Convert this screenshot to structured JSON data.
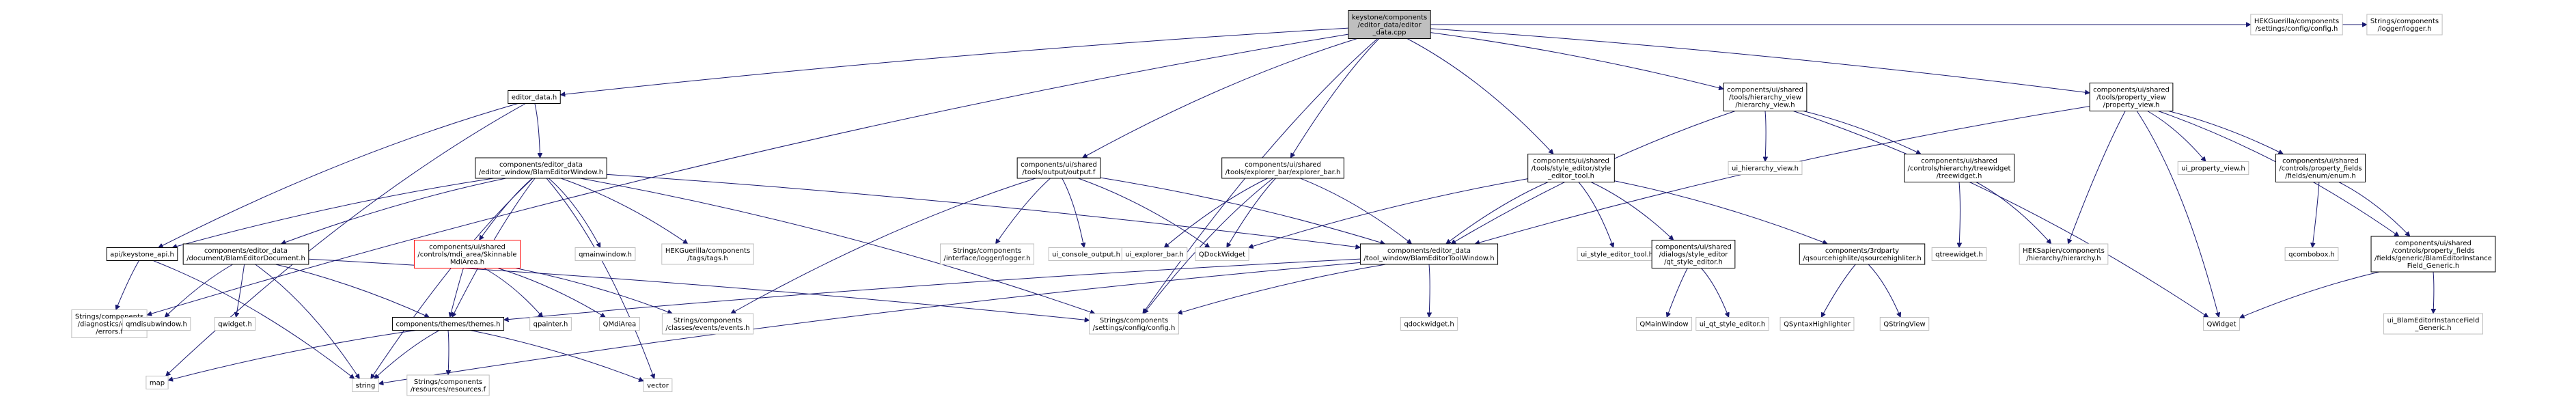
{
  "graph": {
    "nodes": [
      {
        "id": "root",
        "lines": [
          "keystone/components",
          "/editor_data/editor",
          "_data.cpp"
        ],
        "style": "root"
      },
      {
        "id": "editor_data_h",
        "lines": [
          "editor_data.h"
        ],
        "style": "normal"
      },
      {
        "id": "editor_window",
        "lines": [
          "components/editor_data",
          "/editor_window/BlamEditorWindow.h"
        ],
        "style": "normal"
      },
      {
        "id": "keystone_api",
        "lines": [
          "api/keystone_api.h"
        ],
        "style": "normal"
      },
      {
        "id": "diag_errors",
        "lines": [
          "Strings/components",
          "/diagnostics/errors",
          "/errors.f"
        ],
        "style": "leaf"
      },
      {
        "id": "map",
        "lines": [
          "map"
        ],
        "style": "leaf"
      },
      {
        "id": "editor_document",
        "lines": [
          "components/editor_data",
          "/document/BlamEditorDocument.h"
        ],
        "style": "normal"
      },
      {
        "id": "qmdisubwindow",
        "lines": [
          "qmdisubwindow.h"
        ],
        "style": "leaf"
      },
      {
        "id": "qwidget_h",
        "lines": [
          "qwidget.h"
        ],
        "style": "leaf"
      },
      {
        "id": "themes",
        "lines": [
          "components/themes/themes.h"
        ],
        "style": "normal"
      },
      {
        "id": "string",
        "lines": [
          "string"
        ],
        "style": "leaf"
      },
      {
        "id": "resources",
        "lines": [
          "Strings/components",
          "/resources/resources.f"
        ],
        "style": "leaf"
      },
      {
        "id": "vector",
        "lines": [
          "vector"
        ],
        "style": "leaf"
      },
      {
        "id": "mdi_area",
        "lines": [
          "components/ui/shared",
          "/controls/mdi_area/Skinnable",
          "MdiArea.h"
        ],
        "style": "red"
      },
      {
        "id": "qpainter",
        "lines": [
          "qpainter.h"
        ],
        "style": "leaf"
      },
      {
        "id": "qmdiarea",
        "lines": [
          "QMdiArea"
        ],
        "style": "leaf"
      },
      {
        "id": "events",
        "lines": [
          "Strings/components",
          "/classes/events/events.h"
        ],
        "style": "leaf"
      },
      {
        "id": "qmainwindow_h",
        "lines": [
          "qmainwindow.h"
        ],
        "style": "leaf"
      },
      {
        "id": "hekg_tags",
        "lines": [
          "HEKGuerilla/components",
          "/tags/tags.h"
        ],
        "style": "leaf"
      },
      {
        "id": "output",
        "lines": [
          "components/ui/shared",
          "/tools/output/output.f"
        ],
        "style": "normal"
      },
      {
        "id": "logger_if",
        "lines": [
          "Strings/components",
          "/interface/logger/logger.h"
        ],
        "style": "leaf"
      },
      {
        "id": "ui_console",
        "lines": [
          "ui_console_output.h"
        ],
        "style": "leaf"
      },
      {
        "id": "qdockwidget",
        "lines": [
          "QDockWidget"
        ],
        "style": "leaf"
      },
      {
        "id": "explorer_bar",
        "lines": [
          "components/ui/shared",
          "/tools/explorer_bar/explorer_bar.h"
        ],
        "style": "normal"
      },
      {
        "id": "ui_explorer",
        "lines": [
          "ui_explorer_bar.h"
        ],
        "style": "leaf"
      },
      {
        "id": "tool_window",
        "lines": [
          "components/editor_data",
          "/tool_window/BlamEditorToolWindow.h"
        ],
        "style": "normal"
      },
      {
        "id": "config_h",
        "lines": [
          "Strings/components",
          "/settings/config/config.h"
        ],
        "style": "leaf"
      },
      {
        "id": "qdockwidget_h",
        "lines": [
          "qdockwidget.h"
        ],
        "style": "leaf"
      },
      {
        "id": "style_editor_tool",
        "lines": [
          "components/ui/shared",
          "/tools/style_editor/style",
          "_editor_tool.h"
        ],
        "style": "normal"
      },
      {
        "id": "ui_style_tool",
        "lines": [
          "ui_style_editor_tool.h"
        ],
        "style": "leaf"
      },
      {
        "id": "qt_style_editor",
        "lines": [
          "components/ui/shared",
          "/dialogs/style_editor",
          "/qt_style_editor.h"
        ],
        "style": "normal"
      },
      {
        "id": "qmainwindow",
        "lines": [
          "QMainWindow"
        ],
        "style": "leaf"
      },
      {
        "id": "ui_qt_style",
        "lines": [
          "ui_qt_style_editor.h"
        ],
        "style": "leaf"
      },
      {
        "id": "qsource_hl",
        "lines": [
          "components/3rdparty",
          "/qsourcehighlite/qsourcehighliter.h"
        ],
        "style": "normal"
      },
      {
        "id": "qsyntax",
        "lines": [
          "QSyntaxHighlighter"
        ],
        "style": "leaf"
      },
      {
        "id": "qstringview",
        "lines": [
          "QStringView"
        ],
        "style": "leaf"
      },
      {
        "id": "hierarchy_view",
        "lines": [
          "components/ui/shared",
          "/tools/hierarchy_view",
          "/hierarchy_view.h"
        ],
        "style": "normal"
      },
      {
        "id": "ui_hierarchy",
        "lines": [
          "ui_hierarchy_view.h"
        ],
        "style": "leaf"
      },
      {
        "id": "treewidget",
        "lines": [
          "components/ui/shared",
          "/controls/hierarchy/treewidget",
          "/treewidget.h"
        ],
        "style": "normal"
      },
      {
        "id": "qtreewidget",
        "lines": [
          "qtreewidget.h"
        ],
        "style": "leaf"
      },
      {
        "id": "heksapien_hier",
        "lines": [
          "HEKSapien/components",
          "/hierarchy/hierarchy.h"
        ],
        "style": "leaf"
      },
      {
        "id": "property_view",
        "lines": [
          "components/ui/shared",
          "/tools/property_view",
          "/property_view.h"
        ],
        "style": "normal"
      },
      {
        "id": "ui_property",
        "lines": [
          "ui_property_view.h"
        ],
        "style": "leaf"
      },
      {
        "id": "qwidget",
        "lines": [
          "QWidget"
        ],
        "style": "leaf"
      },
      {
        "id": "enum_h",
        "lines": [
          "components/ui/shared",
          "/controls/property_fields",
          "/fields/enum/enum.h"
        ],
        "style": "normal"
      },
      {
        "id": "qcombobox",
        "lines": [
          "qcombobox.h"
        ],
        "style": "leaf"
      },
      {
        "id": "blam_instance",
        "lines": [
          "components/ui/shared",
          "/controls/property_fields",
          "/fields/generic/BlamEditorInstance",
          "Field_Generic.h"
        ],
        "style": "normal"
      },
      {
        "id": "ui_blam_instance",
        "lines": [
          "ui_BlamEditorInstanceField",
          "_Generic.h"
        ],
        "style": "leaf"
      },
      {
        "id": "hekg_config",
        "lines": [
          "HEKGuerilla/components",
          "/settings/config/config.h"
        ],
        "style": "leaf"
      },
      {
        "id": "logger_f",
        "lines": [
          "Strings/components",
          "/logger/logger.h"
        ],
        "style": "leaf"
      }
    ]
  },
  "colors": {
    "edge": "#191970",
    "node_border": "#000000",
    "leaf_border": "#bfbfbf",
    "root_fill": "#bfbfbf",
    "red_border": "#ff0000",
    "text": "#000000",
    "background": "#ffffff"
  }
}
